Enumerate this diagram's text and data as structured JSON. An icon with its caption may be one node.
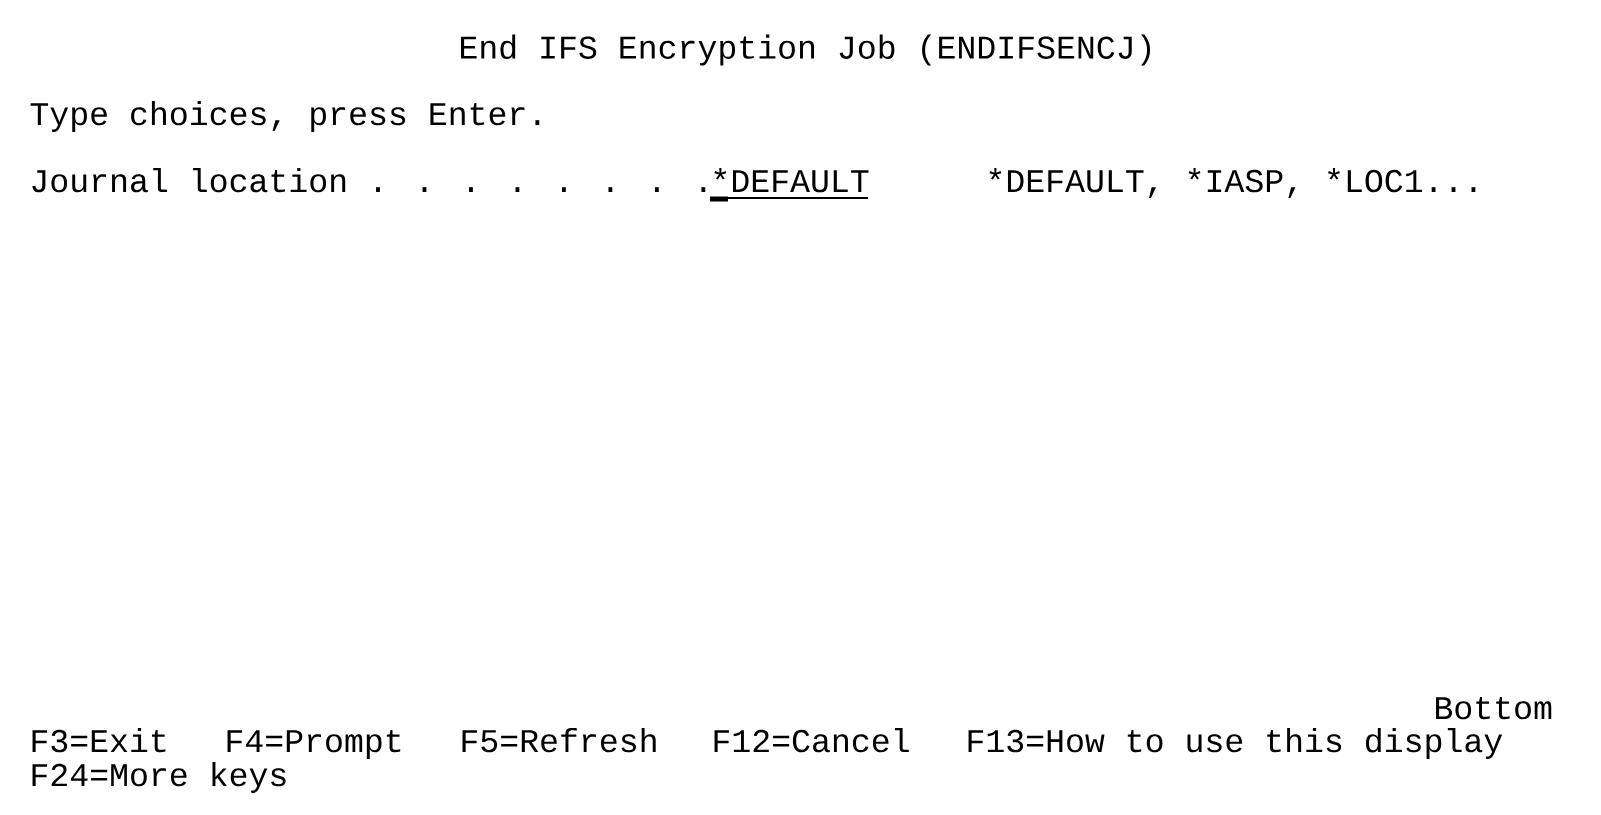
{
  "diagram": {
    "title": "End IFS Encryption Job (ENDIFSENCJ)",
    "labels": [
      "Type choices, press Enter.",
      "Journal location . . . . . . . .",
      "*DEFAULT",
      "*DEFAULT, *IASP, *LOC1...",
      "Bottom",
      "F3=Exit",
      "F4=Prompt",
      "F5=Refresh",
      "F12=Cancel",
      "F13=How to use this display",
      "F24=More keys"
    ]
  }
}
